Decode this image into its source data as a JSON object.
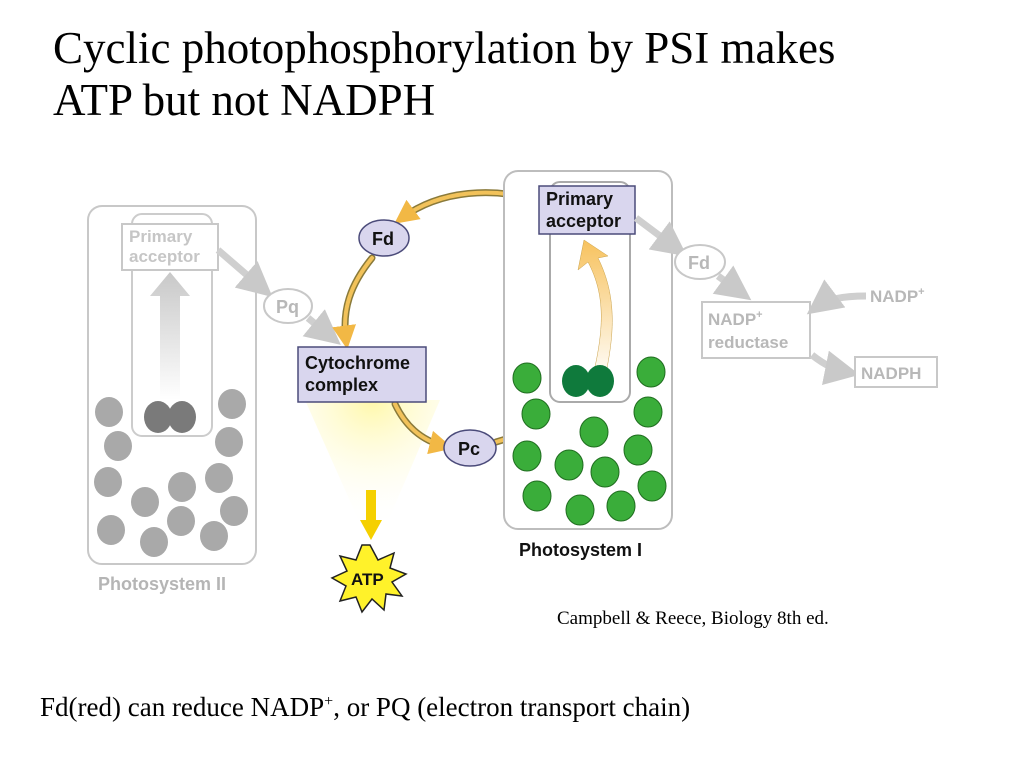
{
  "title": {
    "line1": "Cyclic photophosphorylation by PSI makes",
    "line2": "ATP but not NADPH"
  },
  "diagram": {
    "psii_primary_acceptor_line1": "Primary",
    "psii_primary_acceptor_line2": "acceptor",
    "pq": "Pq",
    "photosystem_ii": "Photosystem II",
    "fd_cycle": "Fd",
    "cytochrome_line1": "Cytochrome",
    "cytochrome_line2": "complex",
    "pc": "Pc",
    "atp": "ATP",
    "psi_primary_acceptor_line1": "Primary",
    "psi_primary_acceptor_line2": "acceptor",
    "photosystem_i": "Photosystem I",
    "fd_right": "Fd",
    "nadp_reductase_line1": "NADP",
    "nadp_reductase_sup": "+",
    "nadp_reductase_line2": "reductase",
    "nadp_plus": "NADP",
    "nadp_plus_sup": "+",
    "nadph": "NADPH",
    "colors": {
      "faded": "#bdbdbd",
      "faded_dark": "#9a9a9a",
      "label_box": "#d9d6ee",
      "label_box_border": "#5b5b8a",
      "arrow_gold": "#f2c25a",
      "green": "#3aad3a",
      "green_dark": "#0f7a3c",
      "atp_yellow": "#fff22a"
    }
  },
  "citation": "Campbell & Reece, Biology 8th ed.",
  "footer": {
    "before": "Fd(red) can reduce NADP",
    "sup": "+",
    "after": ", or PQ (electron transport chain)"
  }
}
